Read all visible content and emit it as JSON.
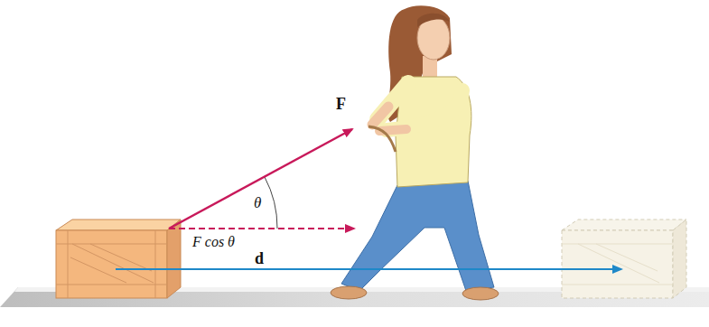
{
  "diagram": {
    "labels": [
      "F",
      "θ",
      "F cos θ",
      "d"
    ]
  }
}
